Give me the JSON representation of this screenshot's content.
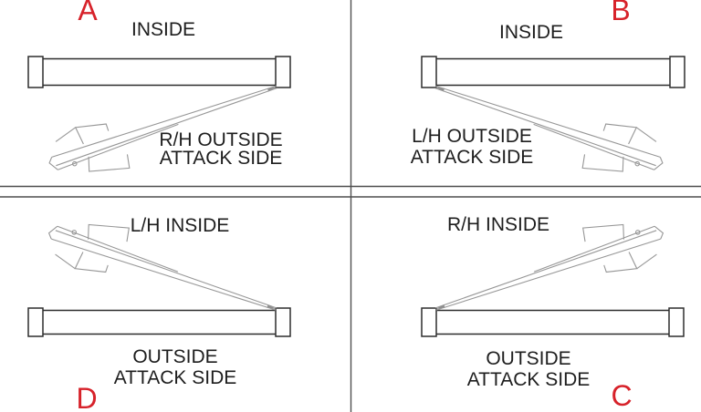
{
  "diagram": {
    "type": "door-handing-chart",
    "colors": {
      "background": "#ffffff",
      "corner_letter_red": "#d7222a",
      "text": "#1e1e1e",
      "frame_line": "#2d2d2d",
      "door_line": "#979797",
      "divider_line": "#4f4f4f"
    }
  },
  "quadrants": [
    {
      "corner_label": "A",
      "position": "top-left",
      "hinge_side": "right",
      "door_swing": "outside",
      "labels": {
        "top": "INSIDE",
        "line1": "R/H OUTSIDE",
        "line2": "ATTACK SIDE"
      }
    },
    {
      "corner_label": "B",
      "position": "top-right",
      "hinge_side": "left",
      "door_swing": "outside",
      "labels": {
        "top": "INSIDE",
        "line1": "L/H OUTSIDE",
        "line2": "ATTACK SIDE"
      }
    },
    {
      "corner_label": "C",
      "position": "bottom-right",
      "hinge_side": "left",
      "door_swing": "inside",
      "labels": {
        "top": "R/H INSIDE",
        "line1": "OUTSIDE",
        "line2": "ATTACK SIDE"
      }
    },
    {
      "corner_label": "D",
      "position": "bottom-left",
      "hinge_side": "right",
      "door_swing": "inside",
      "labels": {
        "top": "L/H INSIDE",
        "line1": "OUTSIDE",
        "line2": "ATTACK SIDE"
      }
    }
  ]
}
